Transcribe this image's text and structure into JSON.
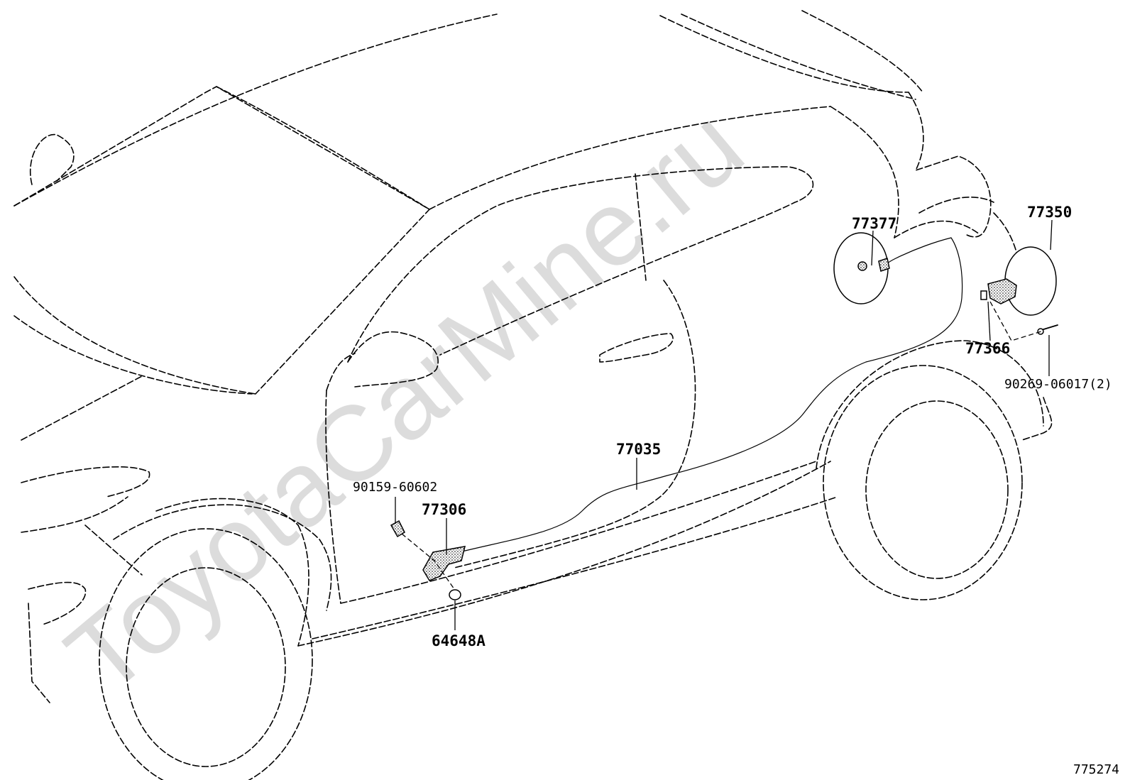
{
  "diagram": {
    "watermark": "ToyotaCarMine.ru",
    "figure_number": "775274",
    "callouts": [
      {
        "id": "77377",
        "label": "77377"
      },
      {
        "id": "77350",
        "label": "77350"
      },
      {
        "id": "77366",
        "label": "77366"
      },
      {
        "id": "90269",
        "label": "90269-06017(2)"
      },
      {
        "id": "77035",
        "label": "77035"
      },
      {
        "id": "90159",
        "label": "90159-60602"
      },
      {
        "id": "77306",
        "label": "77306"
      },
      {
        "id": "64648A",
        "label": "64648A"
      }
    ]
  }
}
